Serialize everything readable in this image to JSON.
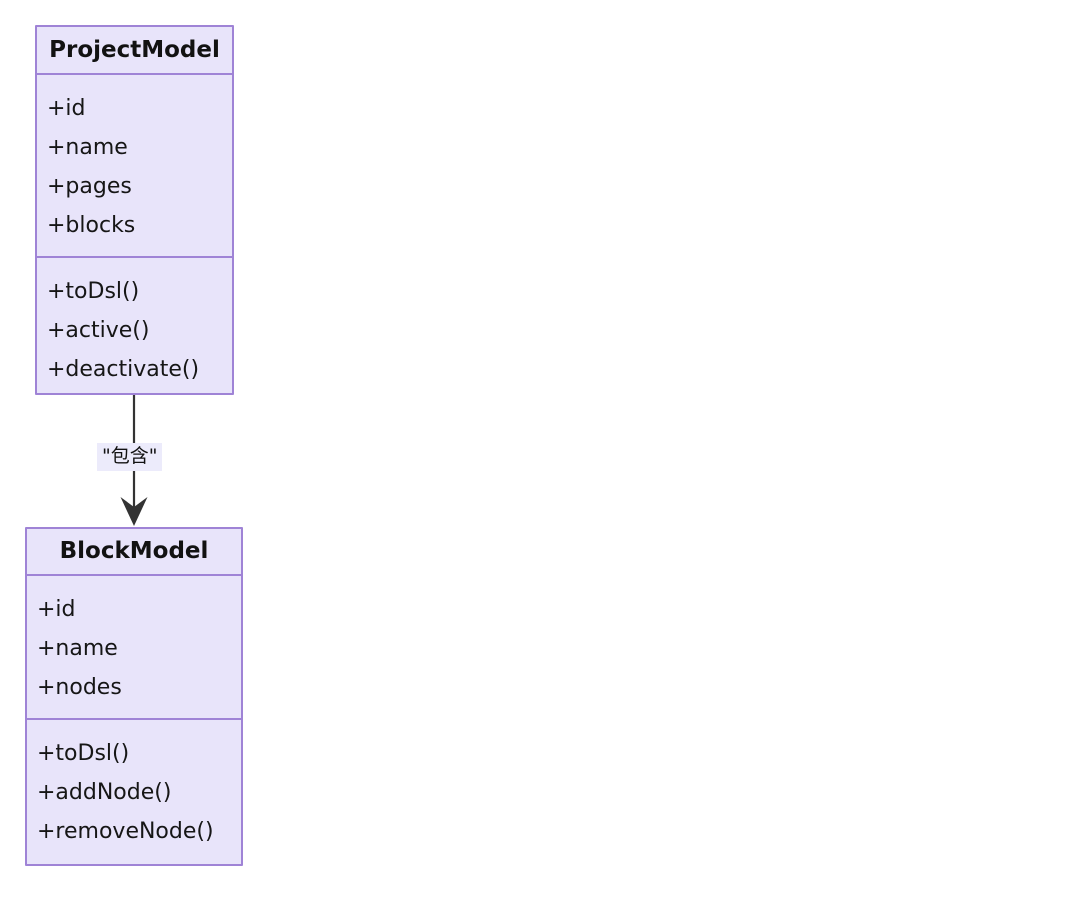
{
  "diagram": {
    "type": "uml-class-diagram",
    "background_color": "#ffffff",
    "classes": [
      {
        "name": "ProjectModel",
        "fill_color": "#E8E4FA",
        "border_color": "#9F83D6",
        "attributes": [
          "+id",
          "+name",
          "+pages",
          "+blocks"
        ],
        "methods": [
          "+toDsl()",
          "+active()",
          "+deactivate()"
        ]
      },
      {
        "name": "BlockModel",
        "fill_color": "#E8E4FA",
        "border_color": "#9F83D6",
        "attributes": [
          "+id",
          "+name",
          "+nodes"
        ],
        "methods": [
          "+toDsl()",
          "+addNode()",
          "+removeNode()"
        ]
      }
    ],
    "relationship": {
      "from": "ProjectModel",
      "to": "BlockModel",
      "label": "\"包含\"",
      "label_background": "#ECEBFB",
      "line_color": "#333333",
      "arrow": "open-arrow-down"
    }
  }
}
